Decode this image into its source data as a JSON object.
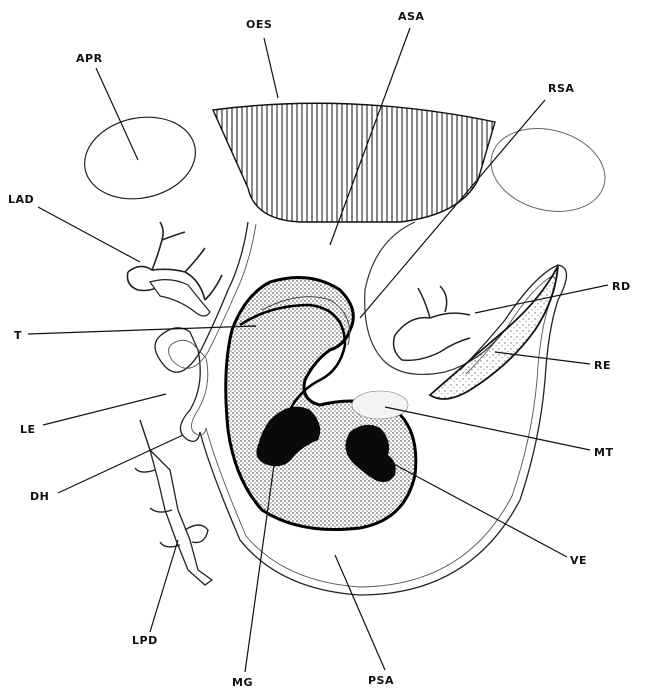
{
  "labels": {
    "oes": "OES",
    "asa": "ASA",
    "apr": "APR",
    "rsa": "RSA",
    "lad": "LAD",
    "rd": "RD",
    "t": "T",
    "re": "RE",
    "le": "LE",
    "mt": "MT",
    "dh": "DH",
    "ve": "VE",
    "lpd": "LPD",
    "mg": "MG",
    "psa": "PSA"
  }
}
